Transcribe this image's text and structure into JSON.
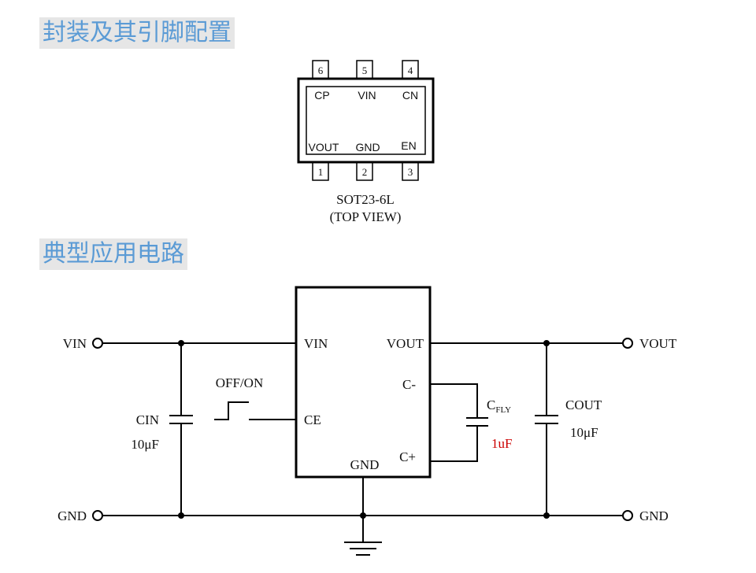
{
  "headings": {
    "package": "封装及其引脚配置",
    "circuit": "典型应用电路"
  },
  "package": {
    "name": "SOT23-6L",
    "view": "(TOP VIEW)",
    "top_pins": [
      {
        "number": "6",
        "label": "CP"
      },
      {
        "number": "5",
        "label": "VIN"
      },
      {
        "number": "4",
        "label": "CN"
      }
    ],
    "bottom_pins": [
      {
        "number": "1",
        "label": "VOUT"
      },
      {
        "number": "2",
        "label": "GND"
      },
      {
        "number": "3",
        "label": "EN"
      }
    ]
  },
  "circuit": {
    "ic_pins": {
      "vin": "VIN",
      "vout": "VOUT",
      "ce": "CE",
      "cminus": "C-",
      "cplus": "C+",
      "gnd": "GND"
    },
    "terminals": {
      "vin_in": "VIN",
      "vout_out": "VOUT",
      "gnd_left": "GND",
      "gnd_right": "GND"
    },
    "switch_label": "OFF/ON",
    "cin": {
      "name": "CIN",
      "value": "10μF"
    },
    "cfly": {
      "name": "C",
      "subscript": "FLY",
      "value": "1uF",
      "value_color": "#cc0000"
    },
    "cout": {
      "name": "COUT",
      "value": "10μF"
    }
  }
}
